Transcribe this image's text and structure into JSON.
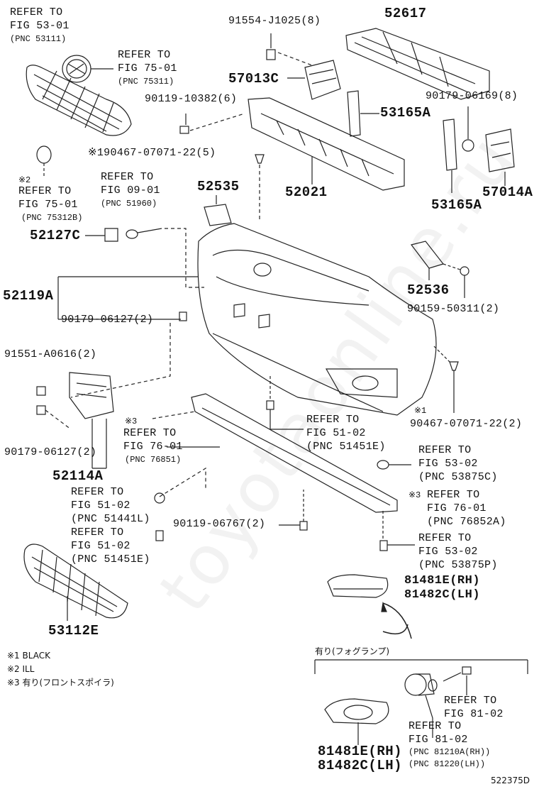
{
  "watermark": "toyotaonline.ru",
  "labels": {
    "refer_fig53_01_a": "REFER TO",
    "refer_fig53_01_b": "FIG 53-01",
    "refer_fig53_01_c": "(PNC 53111)",
    "refer_fig75_01_a": "REFER TO",
    "refer_fig75_01_b": "FIG 75-01",
    "refer_fig75_01_c": "(PNC 75311)",
    "p91554": "91554-J1025(8)",
    "p52617": "52617",
    "p57013C": "57013C",
    "p90119_10382": "90119-10382(6)",
    "p90179_06169": "90179-06169(8)",
    "p53165A_top": "53165A",
    "p90467_top": "※190467-07071-22(5)",
    "refer2_a": "※2",
    "refer2_b": "REFER TO",
    "refer2_c": "FIG 75-01",
    "refer2_d": "(PNC 75312B)",
    "refer_fig09_a": "REFER TO",
    "refer_fig09_b": "FIG 09-01",
    "refer_fig09_c": "(PNC 51960)",
    "p52535": "52535",
    "p52021": "52021",
    "p53165A_bot": "53165A",
    "p57014A": "57014A",
    "p52127C": "52127C",
    "p52119A": "52119A",
    "p52536": "52536",
    "p90159": "90159-50311(2)",
    "p90179_06127_a": "90179-06127(2)",
    "p91551": "91551-A0616(2)",
    "p90467_bot_mark": "※1",
    "p90467_bot": "90467-07071-22(2)",
    "refer3_mark": "※3",
    "refer_fig76_01_a": "REFER TO",
    "refer_fig76_01_b": "FIG 76-01",
    "refer_fig76_01_c": "(PNC 76851)",
    "refer_fig51_02_a": "REFER TO",
    "refer_fig51_02_b": "FIG 51-02",
    "refer_fig51_02_c": "(PNC 51451E)",
    "p90179_06127_b": "90179-06127(2)",
    "p52114A": "52114A",
    "refer_fig53_02_a": "REFER TO",
    "refer_fig53_02_b": "FIG 53-02",
    "refer_fig53_02_c": "(PNC 53875C)",
    "refer_fig51_02l_a": "REFER TO",
    "refer_fig51_02l_b": "FIG 51-02",
    "refer_fig51_02l_c": "(PNC 51441L)",
    "refer3b_mark": "※3",
    "refer_fig76_01b_a": "REFER TO",
    "refer_fig76_01b_b": "FIG 76-01",
    "refer_fig76_01b_c": "(PNC 76852A)",
    "p90119_06767": "90119-06767(2)",
    "refer_fig51_02e_a": "REFER TO",
    "refer_fig51_02e_b": "FIG 51-02",
    "refer_fig51_02e_c": "(PNC 51451E)",
    "refer_fig53_02p_a": "REFER TO",
    "refer_fig53_02p_b": "FIG 53-02",
    "refer_fig53_02p_c": "(PNC 53875P)",
    "p81481E_a": "81481E(RH)",
    "p81482C_a": "81482C(LH)",
    "p53112E": "53112E",
    "note1": "※1 BLACK",
    "note2": "※2 ILL",
    "note3": "※3 有り(フロントスポイラ)",
    "fog_header": "有り(フォグランプ)",
    "refer_fig81_02a_a": "REFER TO",
    "refer_fig81_02a_b": "FIG 81-02",
    "refer_fig81_02b_a": "REFER TO",
    "refer_fig81_02b_b": "FIG 81-02",
    "refer_fig81_02b_c": "(PNC 81210A(RH))",
    "refer_fig81_02b_d": "(PNC 81220(LH))",
    "p81481E_b": "81481E(RH)",
    "p81482C_b": "81482C(LH)",
    "diagram_code": "522375D"
  }
}
